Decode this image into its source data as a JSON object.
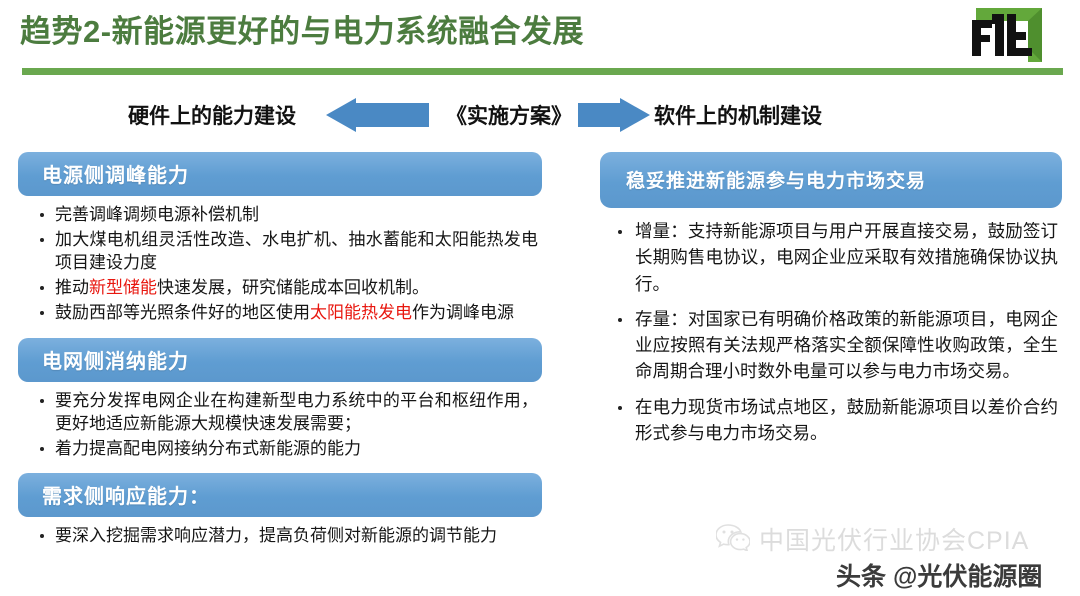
{
  "header": {
    "title": "趋势2-新能源更好的与电力系统融合发展",
    "logo_name": "fn-logo"
  },
  "banner": {
    "left_label": "硬件上的能力建设",
    "mid_label": "《实施方案》",
    "right_label": "软件上的机制建设",
    "left_arrow_icon": "arrow-left-icon",
    "right_arrow_icon": "arrow-right-icon"
  },
  "left_column": {
    "sections": [
      {
        "header": "电源侧调峰能力",
        "bullets": [
          [
            {
              "t": "完善调峰调频电源补偿机制"
            }
          ],
          [
            {
              "t": "加大煤电机组灵活性改造、水电扩机、抽水蓄能和太阳能热发电项目建设力度"
            }
          ],
          [
            {
              "t": "推动"
            },
            {
              "t": "新型储能",
              "hl": true
            },
            {
              "t": "快速发展，研究储能成本回收机制。"
            }
          ],
          [
            {
              "t": "鼓励西部等光照条件好的地区使用"
            },
            {
              "t": "太阳能热发电",
              "hl": true
            },
            {
              "t": "作为调峰电源"
            }
          ]
        ]
      },
      {
        "header": "电网侧消纳能力",
        "bullets": [
          [
            {
              "t": "要充分发挥电网企业在构建新型电力系统中的平台和枢纽作用，更好地适应新能源大规模快速发展需要；"
            }
          ],
          [
            {
              "t": "着力提高配电网接纳分布式新能源的能力"
            }
          ]
        ]
      },
      {
        "header": "需求侧响应能力：",
        "bullets": [
          [
            {
              "t": "要深入挖掘需求响应潜力，提高负荷侧对新能源的调节能力"
            }
          ]
        ]
      }
    ]
  },
  "right_column": {
    "sections": [
      {
        "header": "稳妥推进新能源参与电力市场交易",
        "bullets": [
          [
            {
              "t": "增量：支持新能源项目与用户开展直接交易，鼓励签订长期购售电协议，电网企业应采取有效措施确保协议执行。"
            }
          ],
          [
            {
              "t": "存量：对国家已有明确价格政策的新能源项目，电网企业应按照有关法规严格落实全额保障性收购政策，全生命周期合理小时数外电量可以参与电力市场交易。"
            }
          ],
          [
            {
              "t": "在电力现货市场试点地区，鼓励新能源项目以差价合约形式参与电力市场交易。"
            }
          ]
        ]
      }
    ]
  },
  "watermarks": {
    "cpia_text": "中国光伏行业协会CPIA",
    "cpia_icon": "wechat-icon",
    "toutiao_text": "头条 @光伏能源圈"
  },
  "colors": {
    "title_green": "#4c7c3f",
    "rule_green": "#6aa84f",
    "box_blue": "#5f9dd2",
    "arrow_blue": "#4a89c4",
    "highlight_red": "#e8170f"
  }
}
